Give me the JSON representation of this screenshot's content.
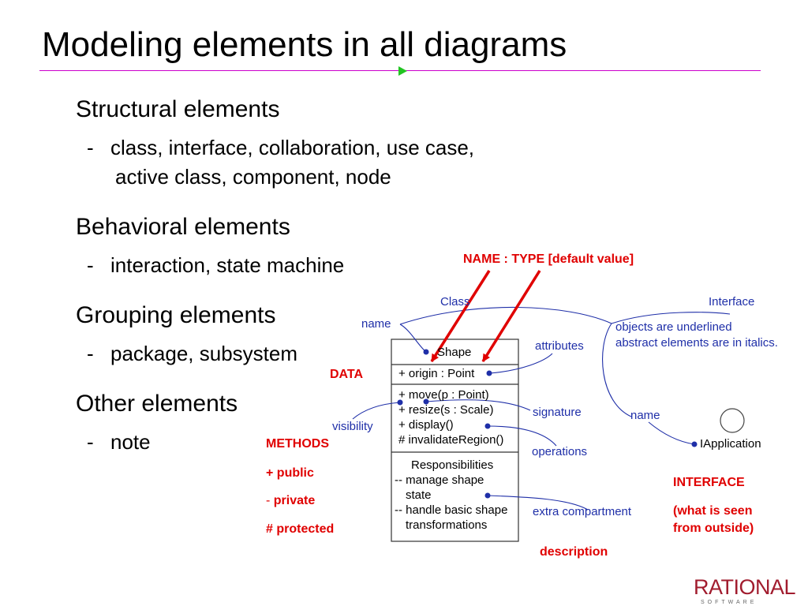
{
  "slide": {
    "title": "Modeling elements in all diagrams",
    "sections": [
      {
        "heading": "Structural elements",
        "bullet_dash": "-",
        "bullet_lines": [
          "class, interface, collaboration, use case,",
          "active class, component, node"
        ]
      },
      {
        "heading": "Behavioral elements",
        "bullet_dash": "-",
        "bullet_lines": [
          "interaction, state machine"
        ]
      },
      {
        "heading": "Grouping elements",
        "bullet_dash": "-",
        "bullet_lines": [
          "package, subsystem"
        ]
      },
      {
        "heading": "Other elements",
        "bullet_dash": "-",
        "bullet_lines": [
          "note"
        ]
      }
    ]
  },
  "diagram": {
    "class_box": {
      "name": "Shape",
      "attributes": [
        "+ origin : Point"
      ],
      "operations": [
        "+ move(p : Point)",
        "+ resize(s : Scale)",
        "+ display()",
        "# invalidateRegion()"
      ],
      "responsibilities_title": "Responsibilities",
      "responsibilities": [
        "-- manage shape",
        "state",
        "-- handle basic shape",
        "transformations"
      ]
    },
    "interface": {
      "name": "IApplication"
    },
    "labels_blue": {
      "class": "Class",
      "interface": "Interface",
      "name_left": "name",
      "attributes": "attributes",
      "objects_note_1": "objects are underlined",
      "objects_note_2": "abstract elements are in italics.",
      "signature": "signature",
      "name_right": "name",
      "visibility": "visibility",
      "operations": "operations",
      "extra_compartment": "extra compartment"
    },
    "labels_red": {
      "name_type": "NAME : TYPE  [default value]",
      "data": "DATA",
      "methods": "METHODS",
      "public": "+ public",
      "private_dash": "-",
      "private": "private",
      "protected": "# protected",
      "interface": "INTERFACE",
      "interface_desc_1": "(what is seen",
      "interface_desc_2": "from outside)",
      "description": "description"
    },
    "colors": {
      "blue": "#1f2fa8",
      "red": "#e00000",
      "rule": "#cc00cc",
      "logo": "#a11c2e"
    }
  },
  "logo": {
    "text": "RATIONAL",
    "sub": "SOFTWARE"
  }
}
